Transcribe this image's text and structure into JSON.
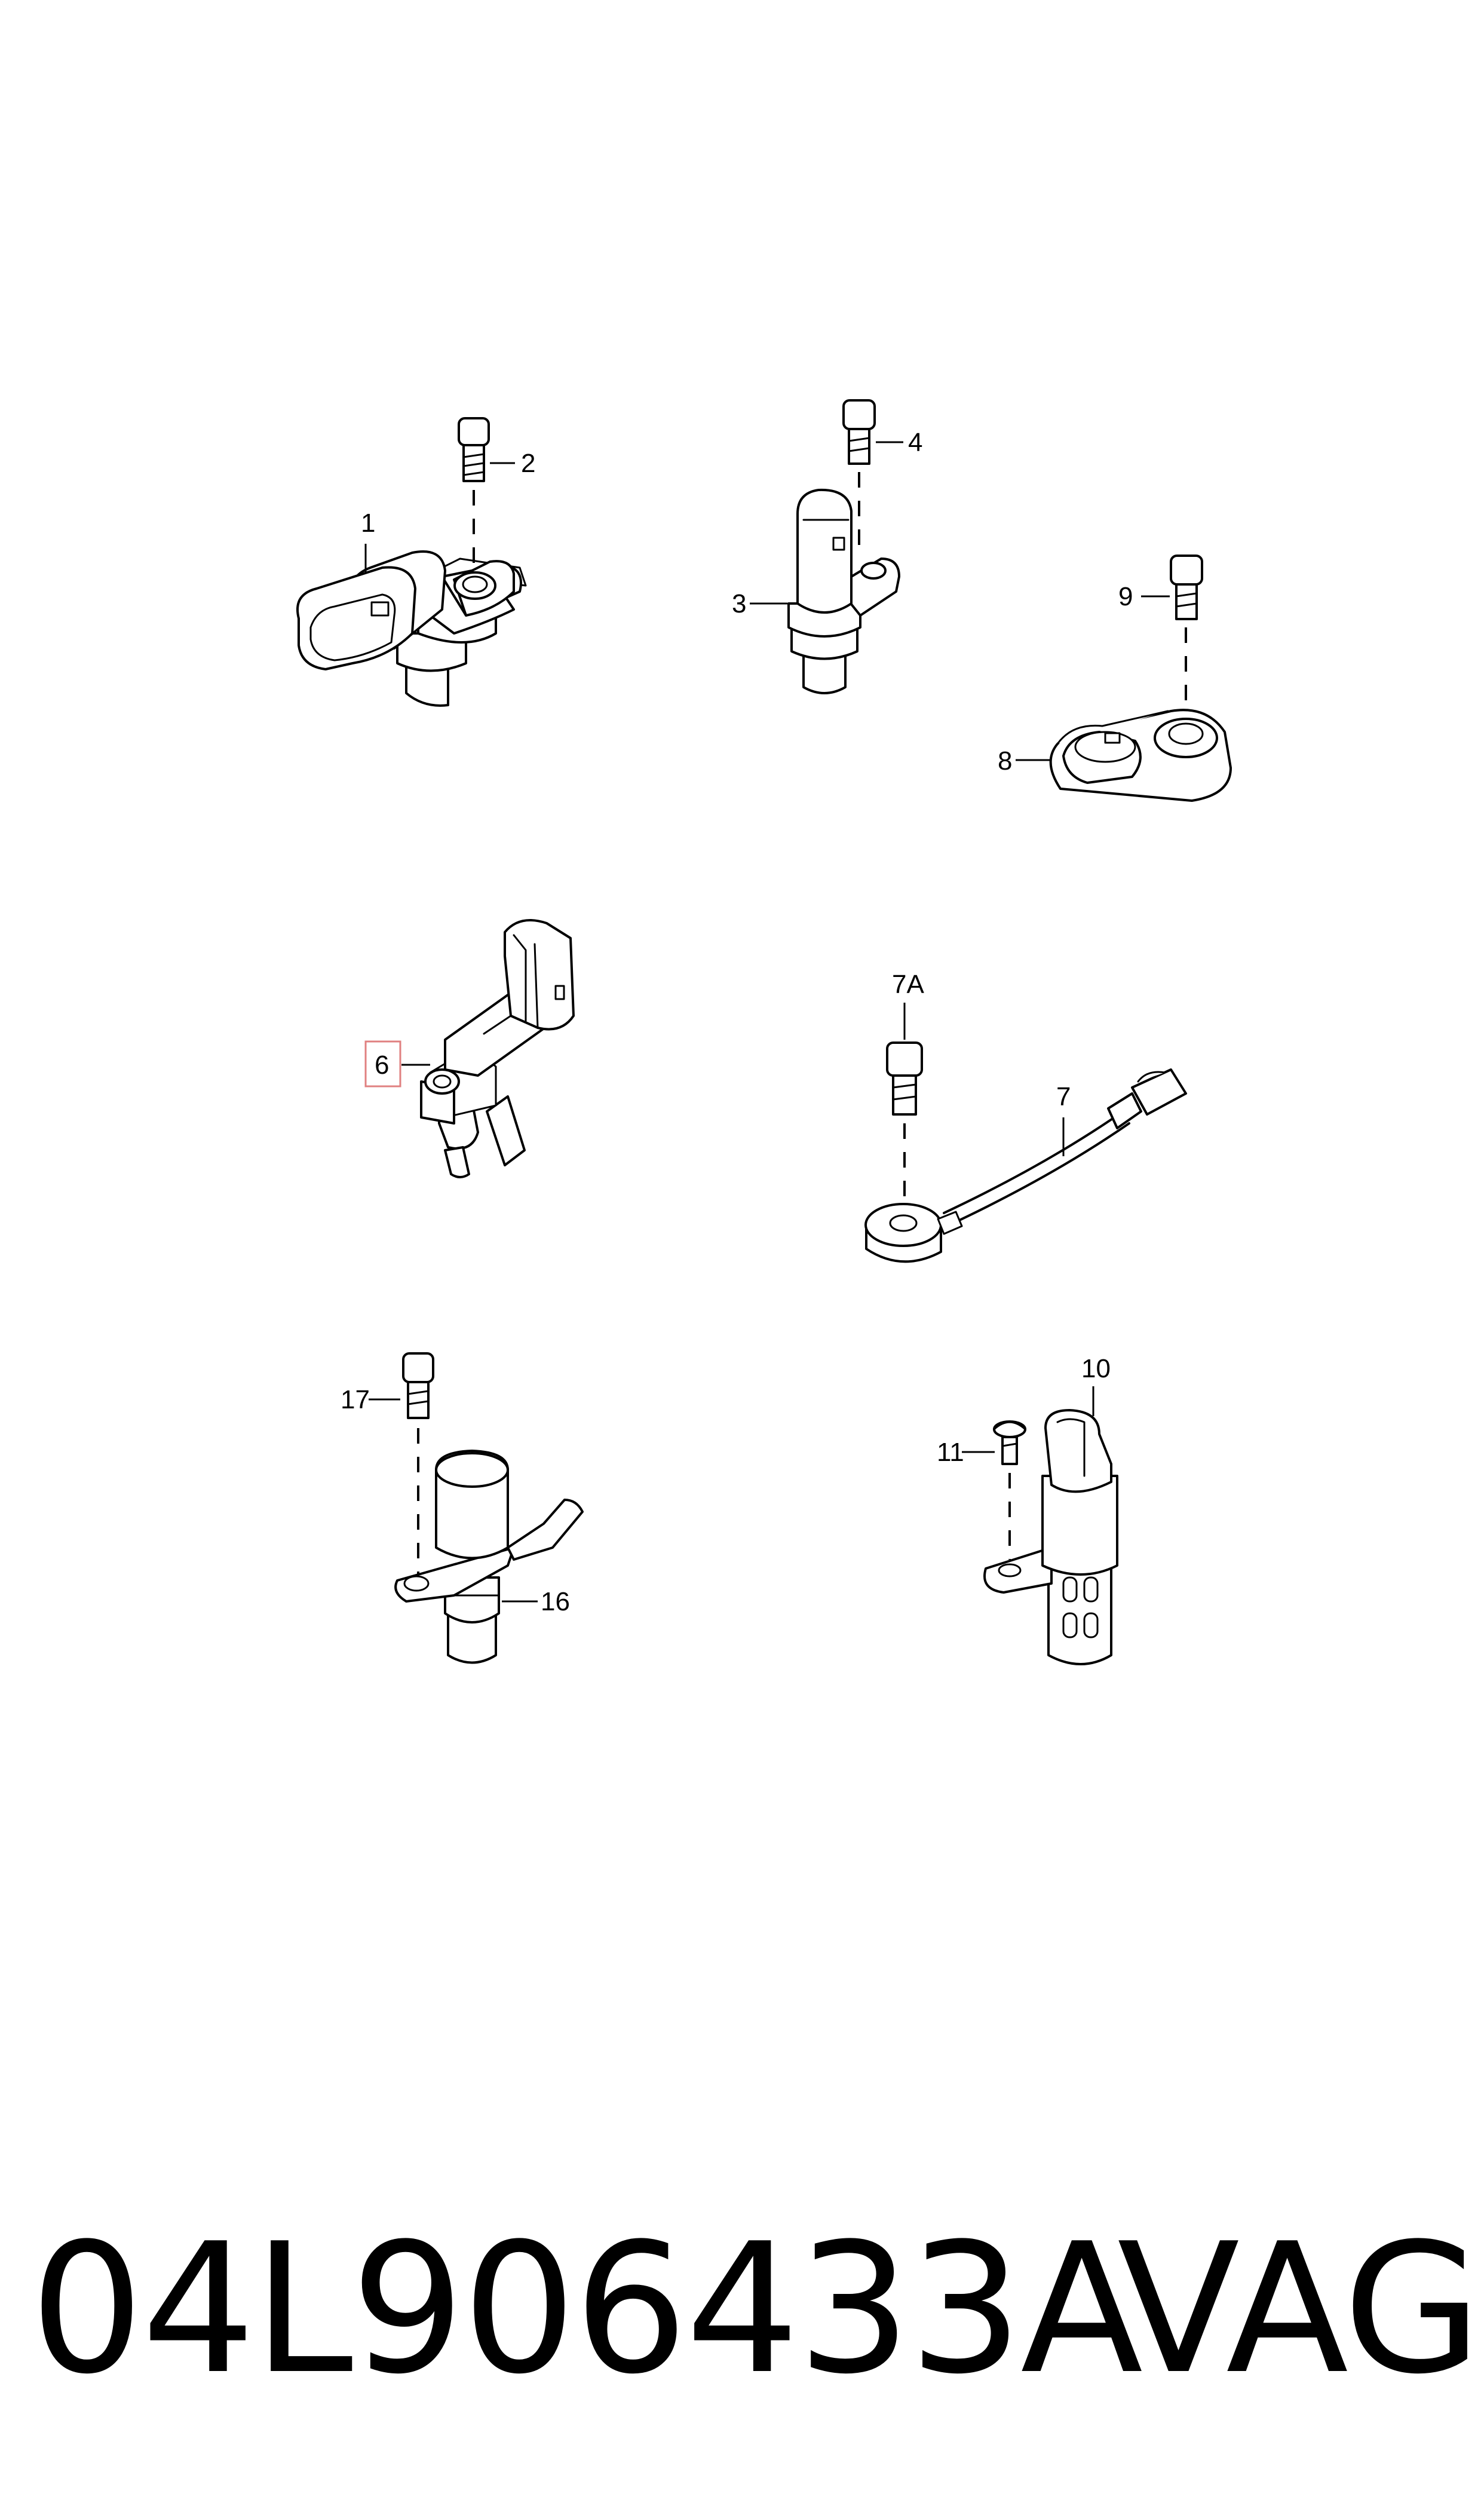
{
  "callouts": {
    "c1": "1",
    "c2": "2",
    "c3": "3",
    "c4": "4",
    "c7a": "7A",
    "c7": "7",
    "c8": "8",
    "c9": "9",
    "c6": "6",
    "c10": "10",
    "c11": "11",
    "c16": "16",
    "c17": "17"
  },
  "highlighted_callout": "6",
  "highlight_color": "#e08080",
  "footer": {
    "part_number": "04L906433A",
    "brand": "VAG"
  }
}
